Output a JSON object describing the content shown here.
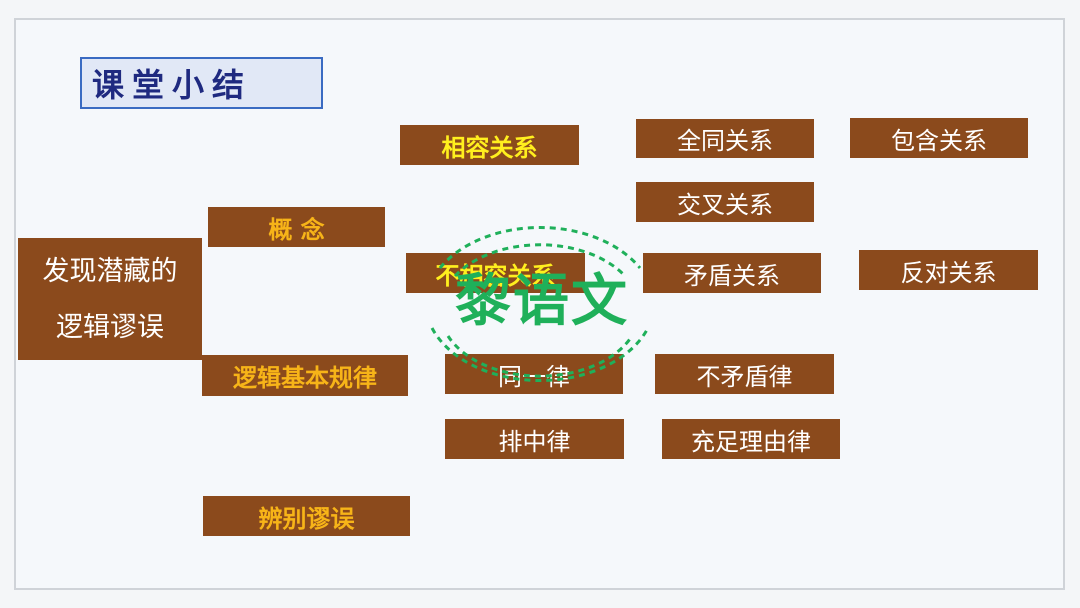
{
  "title": "课堂小结",
  "root": {
    "line1": "发现潜藏的",
    "line2": "逻辑谬误"
  },
  "branches": {
    "concept": "概 念",
    "logic_laws": "逻辑基本规律",
    "identify": "辨别谬误"
  },
  "concept_relations": {
    "compatible": "相容关系",
    "incompatible": "不相容关系",
    "identical": "全同关系",
    "inclusion": "包含关系",
    "intersecting": "交叉关系",
    "contradictory": "矛盾关系",
    "contrary": "反对关系"
  },
  "laws": {
    "identity": "同一律",
    "non_contradiction": "不矛盾律",
    "excluded_middle": "排中律",
    "sufficient_reason": "充足理由律"
  },
  "watermark": "黎语文",
  "colors": {
    "node_bg": "#8b4a1c",
    "title_text": "#1f2a80",
    "highlight_yellow": "#ffef1e",
    "highlight_orange": "#f7b418",
    "watermark_green": "#1fb05a"
  }
}
